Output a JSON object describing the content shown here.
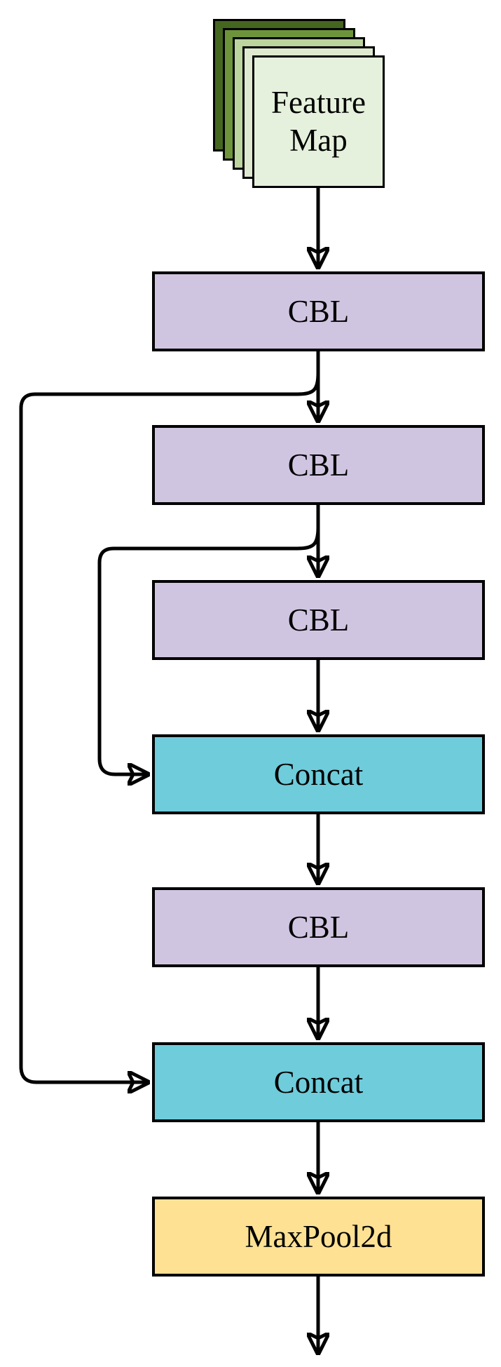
{
  "diagram": {
    "background_color": "#ffffff",
    "line_color": "#000000",
    "nodes": [
      {
        "id": "feature-map",
        "label": "Feature Map",
        "kind": "input-feature-stack",
        "fill": "#e5f1dc",
        "stack_colors": [
          "#45661f",
          "#6d943a",
          "#bcd49e",
          "#dfe9d0",
          "#e5f1dc"
        ]
      },
      {
        "id": "cbl-1",
        "label": "CBL",
        "kind": "process",
        "fill": "#d0c5e1"
      },
      {
        "id": "cbl-2",
        "label": "CBL",
        "kind": "process",
        "fill": "#d0c5e1"
      },
      {
        "id": "cbl-3",
        "label": "CBL",
        "kind": "process",
        "fill": "#d0c5e1"
      },
      {
        "id": "concat-1",
        "label": "Concat",
        "kind": "merge",
        "fill": "#6fccdb"
      },
      {
        "id": "cbl-4",
        "label": "CBL",
        "kind": "process",
        "fill": "#d0c5e1"
      },
      {
        "id": "concat-2",
        "label": "Concat",
        "kind": "merge",
        "fill": "#6fccdb"
      },
      {
        "id": "maxpool",
        "label": "MaxPool2d",
        "kind": "pooling",
        "fill": "#fee193"
      }
    ],
    "edges": [
      {
        "from": "feature-map",
        "to": "cbl-1"
      },
      {
        "from": "cbl-1",
        "to": "cbl-2"
      },
      {
        "from": "cbl-1",
        "to": "concat-2",
        "note": "skip connection, enters left side"
      },
      {
        "from": "cbl-2",
        "to": "cbl-3"
      },
      {
        "from": "cbl-2",
        "to": "concat-1",
        "note": "skip connection, enters left side"
      },
      {
        "from": "cbl-3",
        "to": "concat-1"
      },
      {
        "from": "concat-1",
        "to": "cbl-4"
      },
      {
        "from": "cbl-4",
        "to": "concat-2"
      },
      {
        "from": "concat-2",
        "to": "maxpool"
      },
      {
        "from": "maxpool",
        "to": "output"
      }
    ]
  }
}
